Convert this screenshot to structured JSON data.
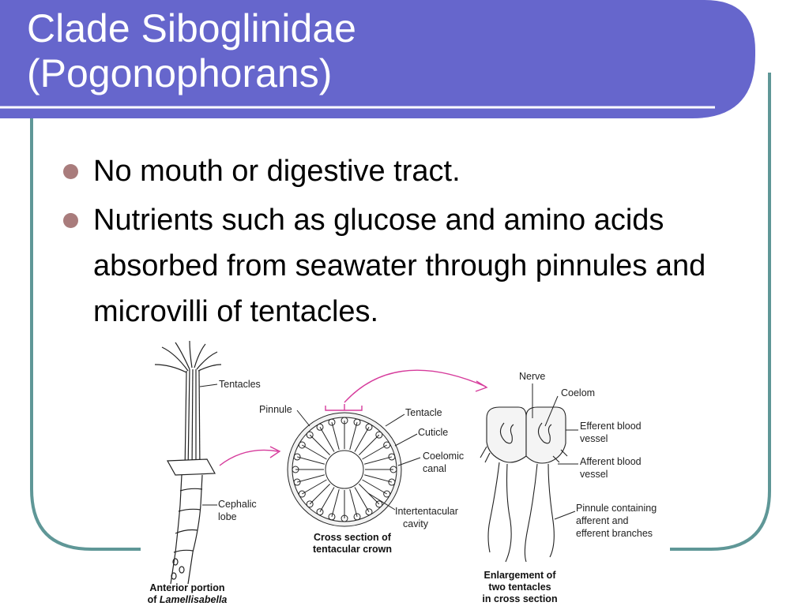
{
  "slide": {
    "title_line1": "Clade Siboglinidae",
    "title_line2": "(Pogonophorans)",
    "bullets": [
      "No mouth or digestive tract.",
      "Nutrients such as glucose and amino acids absorbed from seawater through pinnules and microvilli of tentacles."
    ]
  },
  "figure": {
    "labels": {
      "tentacles": "Tentacles",
      "cephalic_lobe_1": "Cephalic",
      "cephalic_lobe_2": "lobe",
      "pinnule": "Pinnule",
      "tentacle": "Tentacle",
      "cuticle": "Cuticle",
      "coelomic_canal_1": "Coelomic",
      "coelomic_canal_2": "canal",
      "intertentacular_1": "Intertentacular",
      "intertentacular_2": "cavity",
      "nerve": "Nerve",
      "coelom": "Coelom",
      "efferent_1": "Efferent blood",
      "efferent_2": "vessel",
      "afferent_1": "Afferent blood",
      "afferent_2": "vessel",
      "pinnule_containing_1": "Pinnule containing",
      "pinnule_containing_2": "afferent and",
      "pinnule_containing_3": "efferent branches"
    },
    "captions": {
      "anterior_1": "Anterior portion",
      "anterior_2_prefix": "of ",
      "anterior_2_italic": "Lamellisabella",
      "cross_1": "Cross section of",
      "cross_2": "tentacular crown",
      "enlarge_1": "Enlargement of",
      "enlarge_2": "two tentacles",
      "enlarge_3": "in cross section"
    }
  },
  "colors": {
    "title_band": "#6666cc",
    "frame_border": "#5f9797",
    "bullet": "#a97c7c",
    "arrow": "#d63c9c"
  }
}
